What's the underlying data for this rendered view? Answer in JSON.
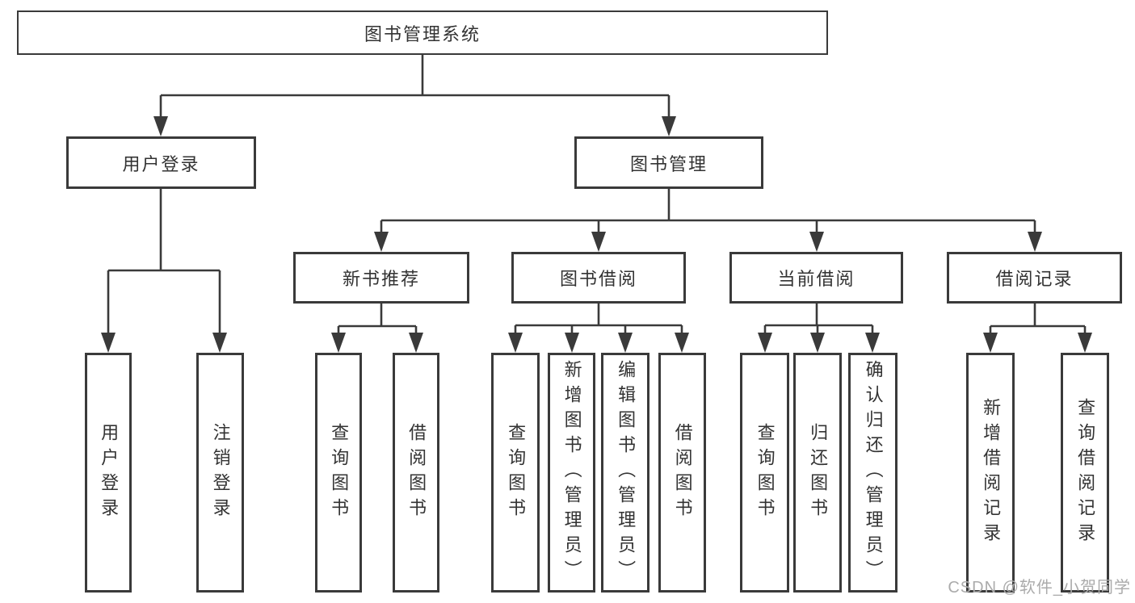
{
  "diagram": {
    "root": {
      "label": "图书管理系统"
    },
    "branches": [
      {
        "label": "用户登录",
        "children": [
          {
            "label": "用户登录"
          },
          {
            "label": "注销登录"
          }
        ]
      },
      {
        "label": "图书管理",
        "children": [
          {
            "label": "新书推荐",
            "children": [
              {
                "label": "查询图书"
              },
              {
                "label": "借阅图书"
              }
            ]
          },
          {
            "label": "图书借阅",
            "children": [
              {
                "label": "查询图书"
              },
              {
                "label": "新增图书（管理员）"
              },
              {
                "label": "编辑图书（管理员）"
              },
              {
                "label": "借阅图书"
              }
            ]
          },
          {
            "label": "当前借阅",
            "children": [
              {
                "label": "查询图书"
              },
              {
                "label": "归还图书"
              },
              {
                "label": "确认归还（管理员）"
              }
            ]
          },
          {
            "label": "借阅记录",
            "children": [
              {
                "label": "新增借阅记录"
              },
              {
                "label": "查询借阅记录"
              }
            ]
          }
        ]
      }
    ]
  },
  "watermark": "CSDN @软件_小贺同学",
  "colors": {
    "line": "#3a3a3a",
    "text": "#333333",
    "watermark": "#ababab",
    "background": "#ffffff"
  }
}
